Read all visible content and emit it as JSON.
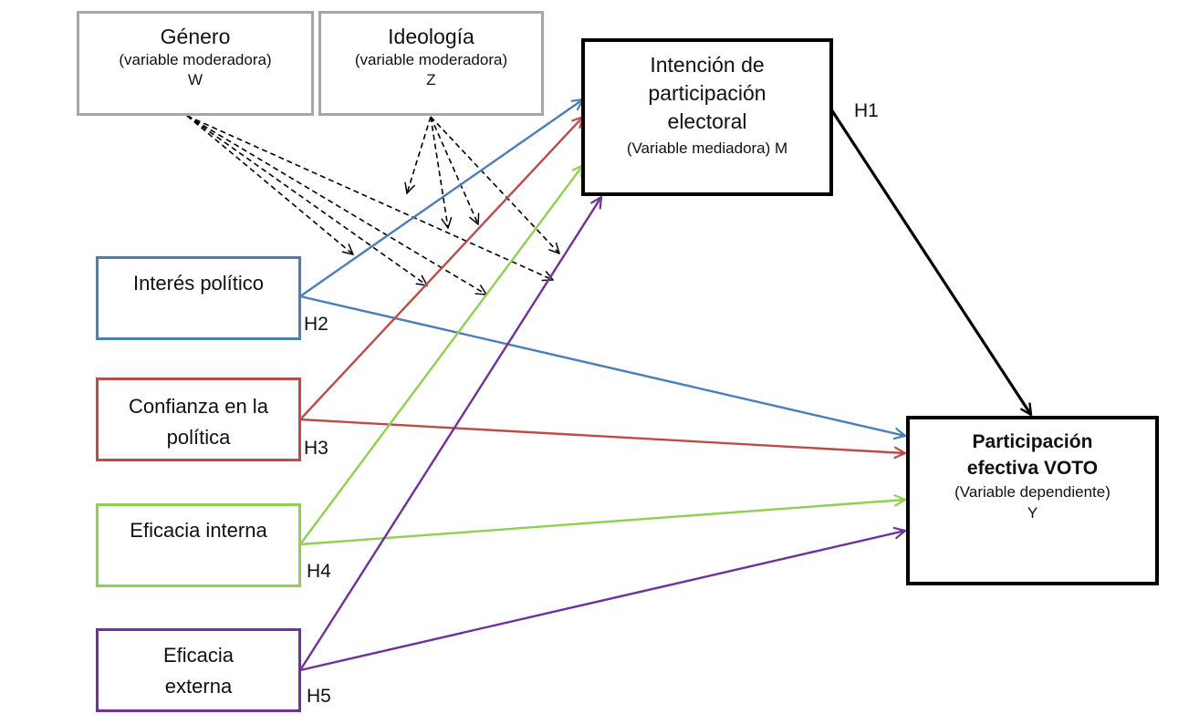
{
  "diagram": {
    "type": "path-model",
    "colors": {
      "moderator_border": "#a6a6a6",
      "interes": "#4a7ebb",
      "confianza": "#be4b48",
      "eficacia_interna": "#8fd14f",
      "eficacia_externa": "#7030a0",
      "main": "#000000"
    },
    "moderators": {
      "genero": {
        "title": "Género",
        "subtitle": "(variable moderadora)",
        "symbol": "W"
      },
      "ideologia": {
        "title": "Ideología",
        "subtitle": "(variable moderadora)",
        "symbol": "Z"
      }
    },
    "mediator": {
      "lines": [
        "Intención de",
        "participación",
        "electoral"
      ],
      "subtitle": "(Variable mediadora) M"
    },
    "dependent": {
      "lines": [
        "Participación",
        "efectiva VOTO"
      ],
      "subtitle": "(Variable dependiente)",
      "symbol": "Y"
    },
    "independents": [
      {
        "id": "interes",
        "lines": [
          "Interés político"
        ],
        "hypothesis": "H2"
      },
      {
        "id": "confianza",
        "lines": [
          "Confianza en la",
          "política"
        ],
        "hypothesis": "H3"
      },
      {
        "id": "eficacia_interna",
        "lines": [
          "Eficacia interna"
        ],
        "hypothesis": "H4"
      },
      {
        "id": "eficacia_externa",
        "lines": [
          "Eficacia",
          "externa"
        ],
        "hypothesis": "H5"
      }
    ],
    "mediator_hypothesis": "H1",
    "edges": [
      {
        "from": "interes",
        "to": "mediator",
        "color_key": "interes",
        "style": "solid"
      },
      {
        "from": "interes",
        "to": "dependent",
        "color_key": "interes",
        "style": "solid"
      },
      {
        "from": "confianza",
        "to": "mediator",
        "color_key": "confianza",
        "style": "solid"
      },
      {
        "from": "confianza",
        "to": "dependent",
        "color_key": "confianza",
        "style": "solid"
      },
      {
        "from": "eficacia_interna",
        "to": "mediator",
        "color_key": "eficacia_interna",
        "style": "solid"
      },
      {
        "from": "eficacia_interna",
        "to": "dependent",
        "color_key": "eficacia_interna",
        "style": "solid"
      },
      {
        "from": "eficacia_externa",
        "to": "mediator",
        "color_key": "eficacia_externa",
        "style": "solid"
      },
      {
        "from": "eficacia_externa",
        "to": "dependent",
        "color_key": "eficacia_externa",
        "style": "solid"
      },
      {
        "from": "mediator",
        "to": "dependent",
        "color_key": "main",
        "style": "solid",
        "label": "H1"
      },
      {
        "from": "genero",
        "to": "path-interes-mediator",
        "style": "dashed"
      },
      {
        "from": "genero",
        "to": "path-confianza-mediator",
        "style": "dashed"
      },
      {
        "from": "genero",
        "to": "path-eficacia_interna-mediator",
        "style": "dashed"
      },
      {
        "from": "genero",
        "to": "path-eficacia_externa-mediator",
        "style": "dashed"
      },
      {
        "from": "ideologia",
        "to": "path-interes-mediator",
        "style": "dashed"
      },
      {
        "from": "ideologia",
        "to": "path-confianza-mediator",
        "style": "dashed"
      },
      {
        "from": "ideologia",
        "to": "path-eficacia_interna-mediator",
        "style": "dashed"
      },
      {
        "from": "ideologia",
        "to": "path-eficacia_externa-mediator",
        "style": "dashed"
      }
    ]
  }
}
